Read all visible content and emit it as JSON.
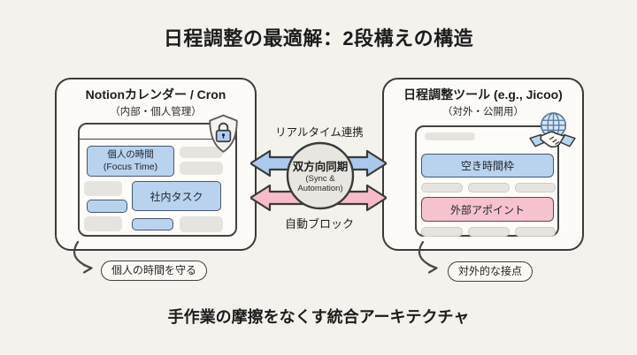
{
  "title": "日程調整の最適解：2段構えの構造",
  "caption": "手作業の摩擦をなくす統合アーキテクチャ",
  "colors": {
    "background": "#f4f2ed",
    "panel": "#fcfbf7",
    "outline": "#3a3a3a",
    "blue": "#b9d3ef",
    "pink": "#f6c2ce",
    "gray": "#e6e4df",
    "hub": "#e8e6e1",
    "arrow_blue": "#abc9ec",
    "arrow_pink": "#f6bcca"
  },
  "left_panel": {
    "title": "Notionカレンダー / Cron",
    "subtitle": "（内部・個人管理）",
    "icon": "shield-lock-icon",
    "calendar": {
      "focus_block_line1": "個人の時間",
      "focus_block_line2": "(Focus Time)",
      "task_block": "社内タスク"
    },
    "outcome": "個人の時間を守る"
  },
  "right_panel": {
    "title": "日程調整ツール (e.g., Jicoo)",
    "subtitle": "（対外・公開用）",
    "icon": "globe-handshake-icon",
    "tool": {
      "availability_block": "空き時間枠",
      "external_block": "外部アポイント"
    },
    "outcome": "対外的な接点"
  },
  "connector": {
    "top_label": "リアルタイム連携",
    "bottom_label": "自動ブロック",
    "hub_title": "双方向同期",
    "hub_subtitle_line1": "(Sync &",
    "hub_subtitle_line2": "Automation)"
  }
}
